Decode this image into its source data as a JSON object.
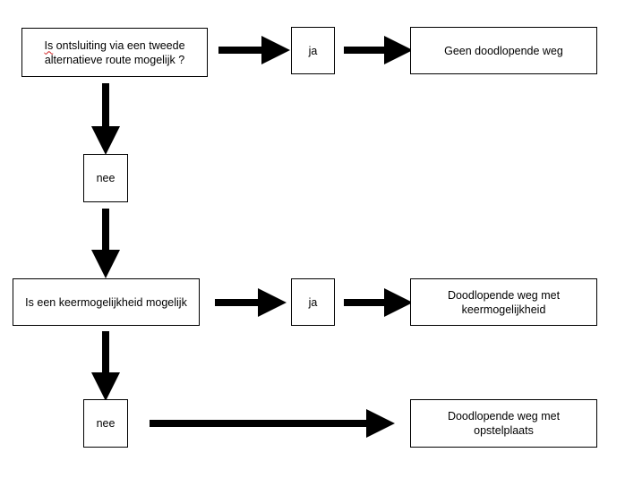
{
  "nodes": {
    "question_1": {
      "prefix": "Is",
      "rest": " ontsluiting via een tweede\nalternatieve route mogelijk ?"
    },
    "answer_yes_1": "ja",
    "result_1": "Geen doodlopende weg",
    "answer_no_1": "nee",
    "question_2": "Is een keermogelijkheid mogelijk",
    "answer_yes_2": "ja",
    "result_2": "Doodlopende weg met\nkeermogelijkheid",
    "answer_no_2": "nee",
    "result_3": "Doodlopende weg met\nopstelplaats"
  },
  "colors": {
    "stroke": "#000000",
    "background": "#ffffff",
    "spellcheck_underline": "#d02020"
  }
}
